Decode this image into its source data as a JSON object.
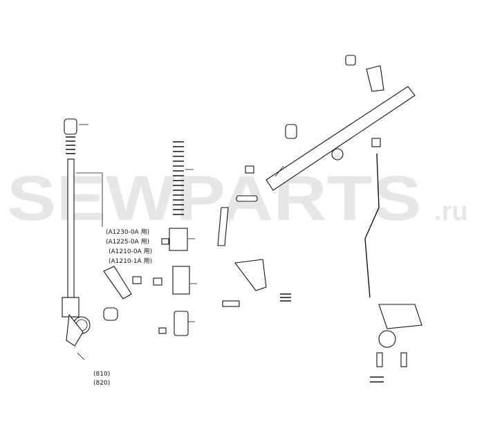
{
  "watermark": {
    "main": "SEWPARTS",
    "suffix": ".ru"
  },
  "notes": [
    "(A1230-0A 用)",
    "(A1225-0A 用)",
    "(A1210-0A 用)",
    "(A1210-1A 用)"
  ],
  "codes": [
    "(810)",
    "(820)"
  ]
}
